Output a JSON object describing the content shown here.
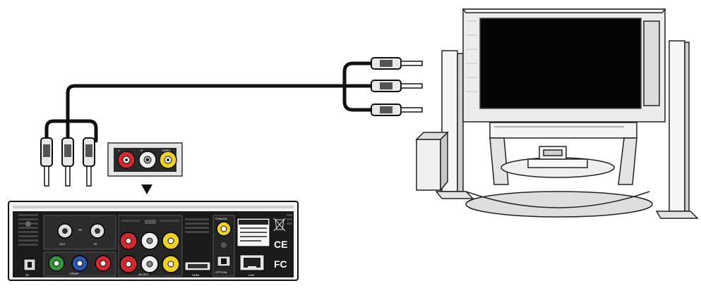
{
  "player_panel": {
    "label_av_out": "AV OUT",
    "label_optical": "OPTICAL",
    "label_lan": "LAN",
    "label_hdmi": "HDMI",
    "label_ypbpr": "Y/Pb/Pr",
    "label_coaxial": "COAXIAL",
    "label_rf": "RF",
    "label_ce": "CE",
    "label_fc": "FC"
  },
  "colors": {
    "cable": "#111111",
    "jack_red": "#d6262f",
    "jack_white": "#eeeeee",
    "jack_yellow": "#f1d21a",
    "jack_green": "#2f9a3c",
    "jack_blue": "#2d55b5",
    "panel_dark": "#1b1b1b",
    "screen": "#050505"
  },
  "icons": {
    "pointer": "down-triangle-icon",
    "network": "ethernet-port-icon",
    "cert": "ce-mark-icon"
  }
}
